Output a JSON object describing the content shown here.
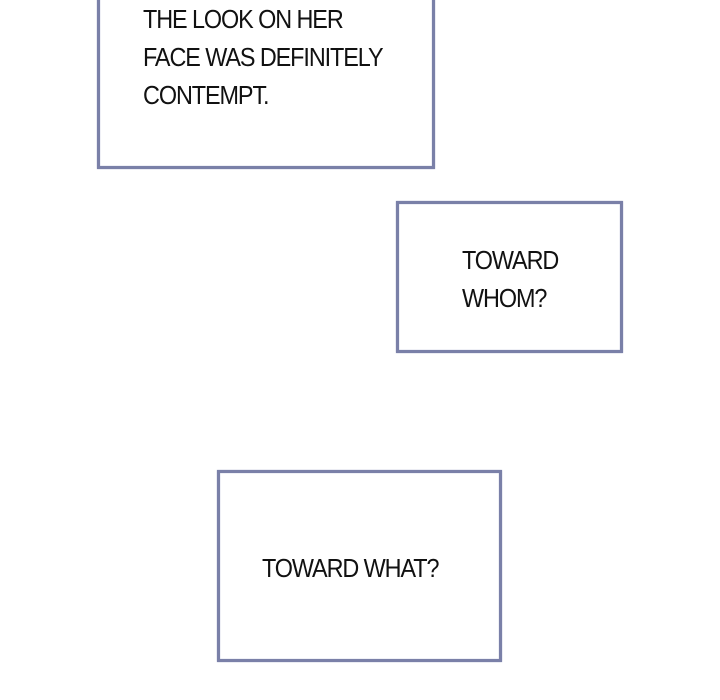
{
  "captions": [
    {
      "lines": [
        "THE LOOK ON HER",
        "FACE WAS DEFINITELY",
        "CONTEMPT."
      ]
    },
    {
      "lines": [
        "TOWARD",
        "WHOM?"
      ]
    },
    {
      "lines": [
        "TOWARD WHAT?"
      ]
    }
  ],
  "colors": {
    "border": "#7a80a8",
    "text": "#111111",
    "background": "#ffffff"
  }
}
